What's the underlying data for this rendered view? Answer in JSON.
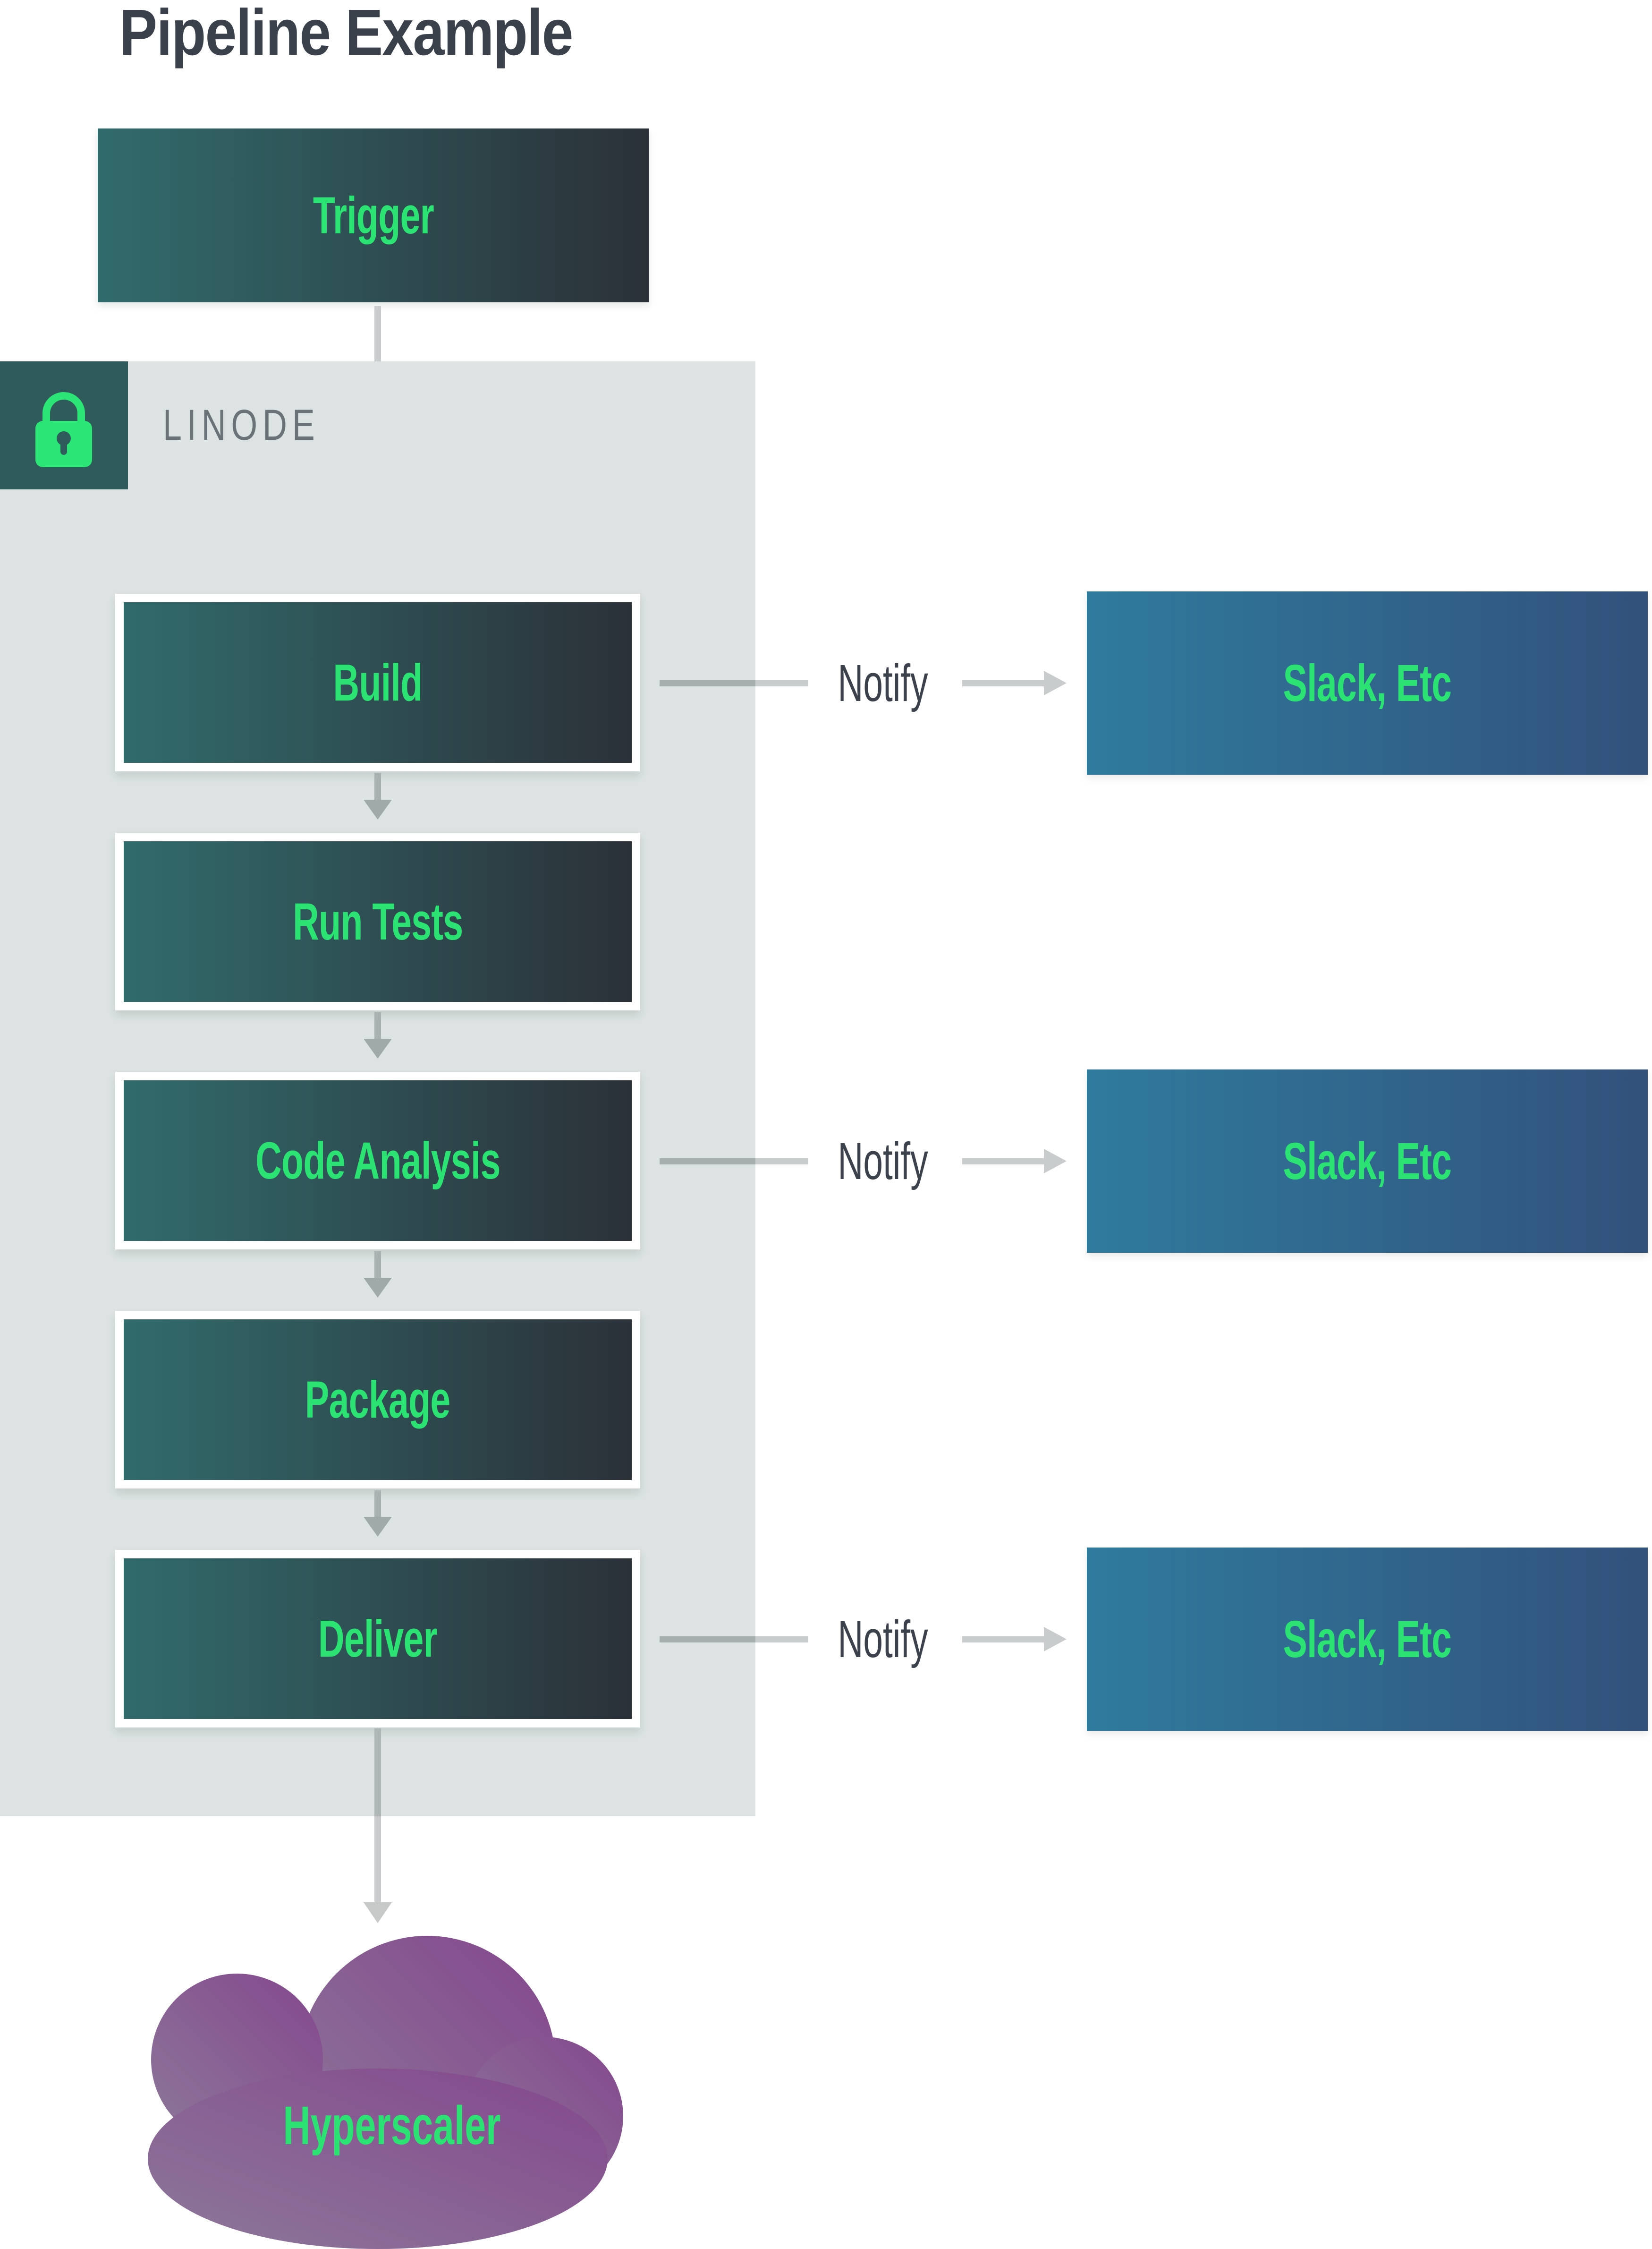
{
  "title": "Pipeline Example",
  "trigger": {
    "label": "Trigger"
  },
  "zone": {
    "label": "LINODE",
    "icon": "lock-icon"
  },
  "stages": [
    {
      "label": "Build",
      "notify": true
    },
    {
      "label": "Run Tests",
      "notify": false
    },
    {
      "label": "Code Analysis",
      "notify": true
    },
    {
      "label": "Package",
      "notify": false
    },
    {
      "label": "Deliver",
      "notify": true
    }
  ],
  "notify": {
    "label": "Notify",
    "target_label": "Slack, Etc"
  },
  "cloud": {
    "label": "Hyperscaler",
    "icon": "cloud-icon"
  },
  "colors": {
    "accent_green": "#2be373",
    "heading_text": "#3a414b",
    "zone_background": "#dce3e2",
    "zone_label_text": "#6b7278",
    "lock_badge_background": "#2f5c5b",
    "stage_gradient_start": "#316b6c",
    "stage_gradient_end": "#2b3138",
    "slack_gradient_start": "#2f7b9e",
    "slack_gradient_end": "#32517b",
    "cloud_gradient_start": "#8c7899",
    "cloud_gradient_end": "#84478d",
    "arrow_gray_light": "#c9cccc",
    "arrow_gray_dark": "#a8b1b0"
  }
}
